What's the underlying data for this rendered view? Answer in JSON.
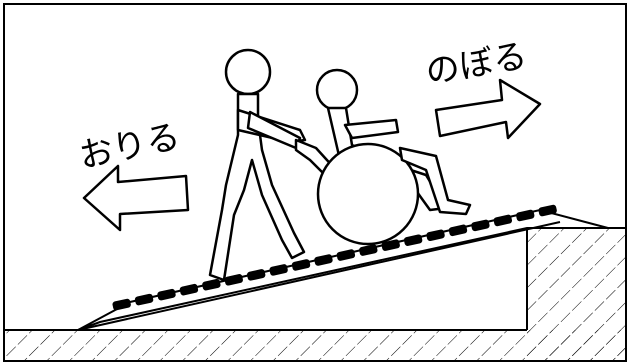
{
  "labels": {
    "down": "おりる",
    "up": "のぼる"
  },
  "colors": {
    "line": "#000000",
    "background": "#ffffff"
  },
  "icons": {
    "down_arrow": "left-arrow-icon",
    "up_arrow": "right-arrow-icon",
    "caregiver": "person-pushing-figure",
    "wheelchair_user": "wheelchair-user-figure"
  }
}
